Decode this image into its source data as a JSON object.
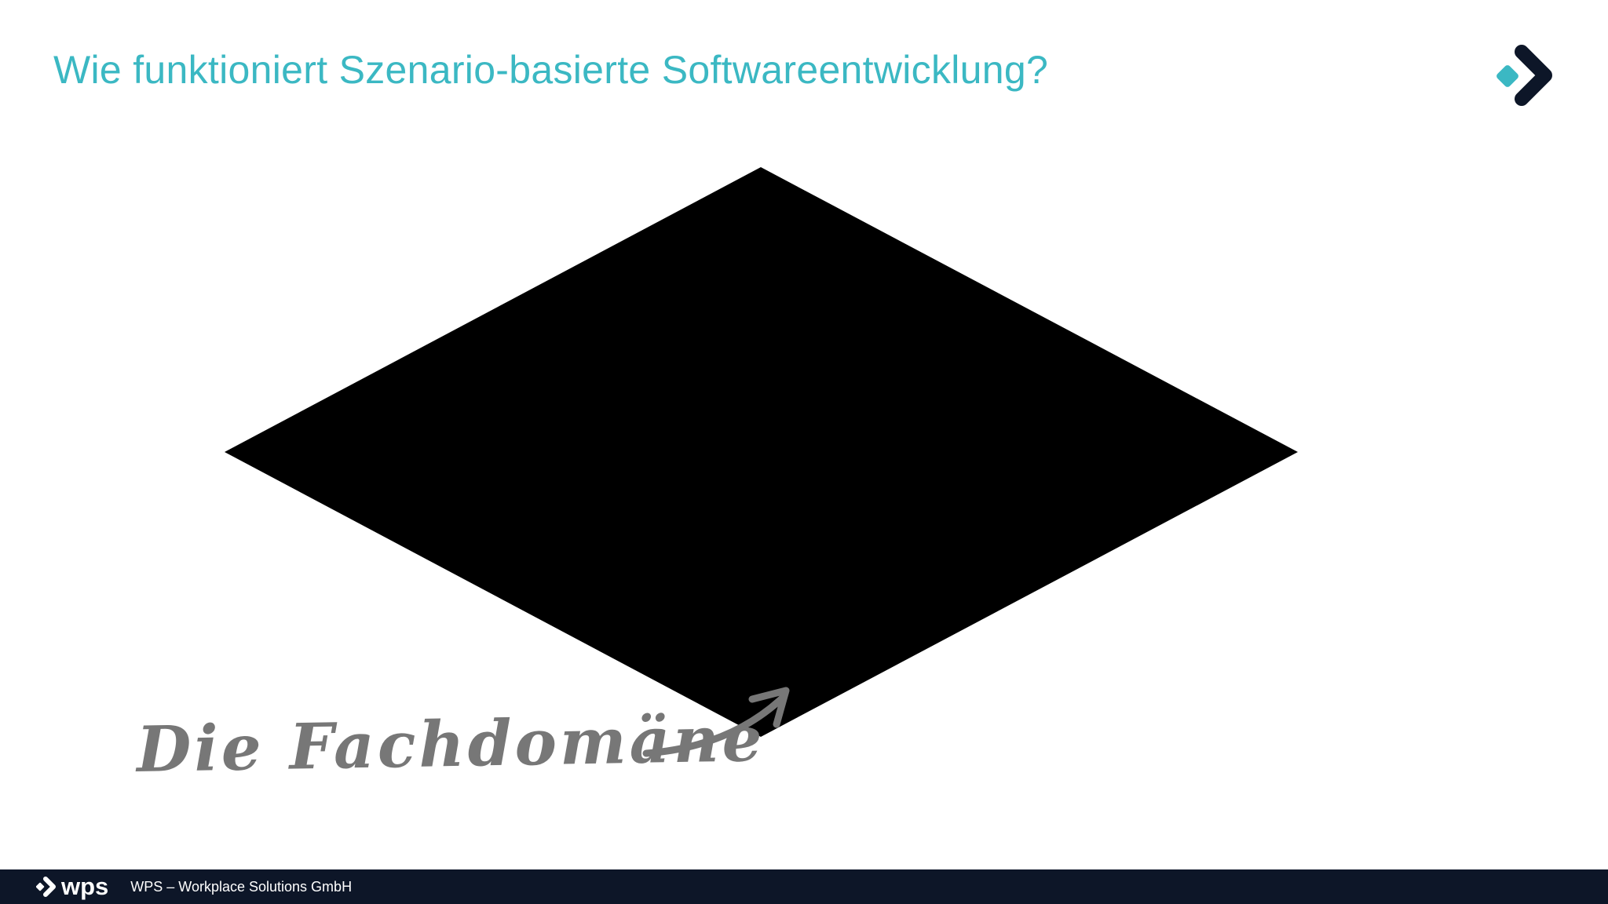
{
  "title": "Wie funktioniert Szenario-basierte Softwareentwicklung?",
  "annotation": "Die Fachdomäne",
  "footer": {
    "logo_text": "wps",
    "company": "WPS – Workplace Solutions GmbH"
  },
  "icons": {
    "brand": "chevron-diamond-logo-icon",
    "arrow": "curved-arrow-icon"
  },
  "colors": {
    "accent": "#3bb8c3",
    "dark_navy": "#0d1628",
    "footer_bg": "#0d1628",
    "diamond_fill": "#000000",
    "annotation": "#777777",
    "background": "#ffffff"
  }
}
